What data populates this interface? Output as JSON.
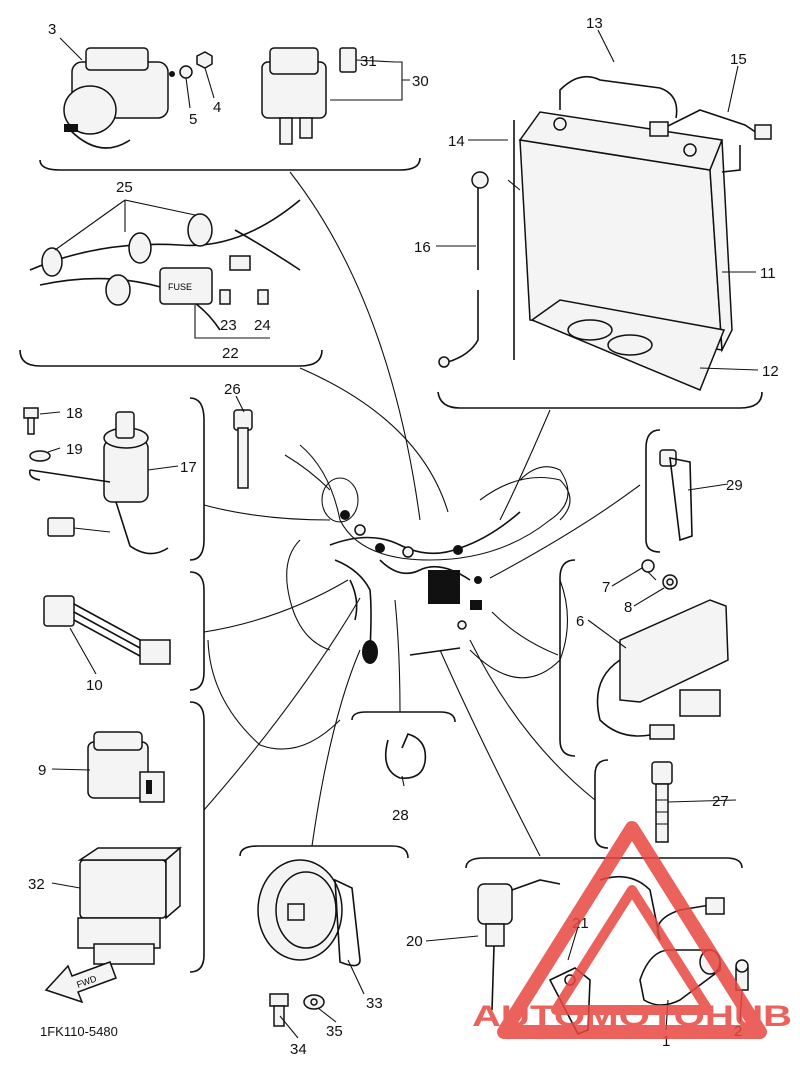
{
  "diagram_code": "1FK110-5480",
  "direction_arrow": "FWD",
  "fuse_text": "FUSE",
  "watermark": {
    "text": "AUTOMOTOHUB",
    "brand_color": "#e8463f"
  },
  "labels": {
    "p1": "1",
    "p2": "2",
    "p3": "3",
    "p4": "4",
    "p5": "5",
    "p6": "6",
    "p7": "7",
    "p8": "8",
    "p9": "9",
    "p10": "10",
    "p11": "11",
    "p12": "12",
    "p13": "13",
    "p14": "14",
    "p15": "15",
    "p16": "16",
    "p17": "17",
    "p18": "18",
    "p19": "19",
    "p20": "20",
    "p21": "21",
    "p22": "22",
    "p23": "23",
    "p24": "24",
    "p25": "25",
    "p26": "26",
    "p27": "27",
    "p28": "28",
    "p29": "29",
    "p30": "30",
    "p31": "31",
    "p32": "32",
    "p33": "33",
    "p34": "34",
    "p35": "35"
  }
}
